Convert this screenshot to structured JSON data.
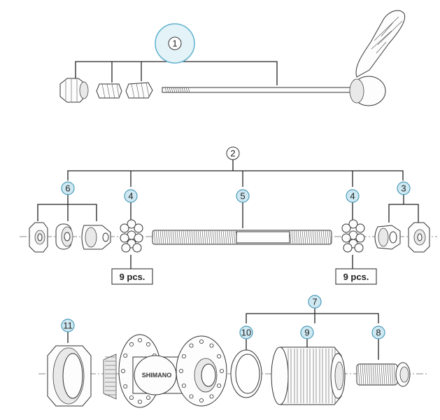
{
  "labels": {
    "c1": "1",
    "c2": "2",
    "c3": "3",
    "c4a": "4",
    "c4b": "4",
    "c5": "5",
    "c6": "6",
    "c7": "7",
    "c8": "8",
    "c9": "9",
    "c10": "10",
    "c11": "11"
  },
  "pcs_left": "9 pcs.",
  "pcs_right": "9 pcs.",
  "brand": "SHIMANO",
  "colors": {
    "callout_fill": "#cfe9f3",
    "callout_stroke": "#4a9ab8",
    "highlight_fill": "#e3f3f8",
    "highlight_stroke": "#5fb0cc"
  }
}
